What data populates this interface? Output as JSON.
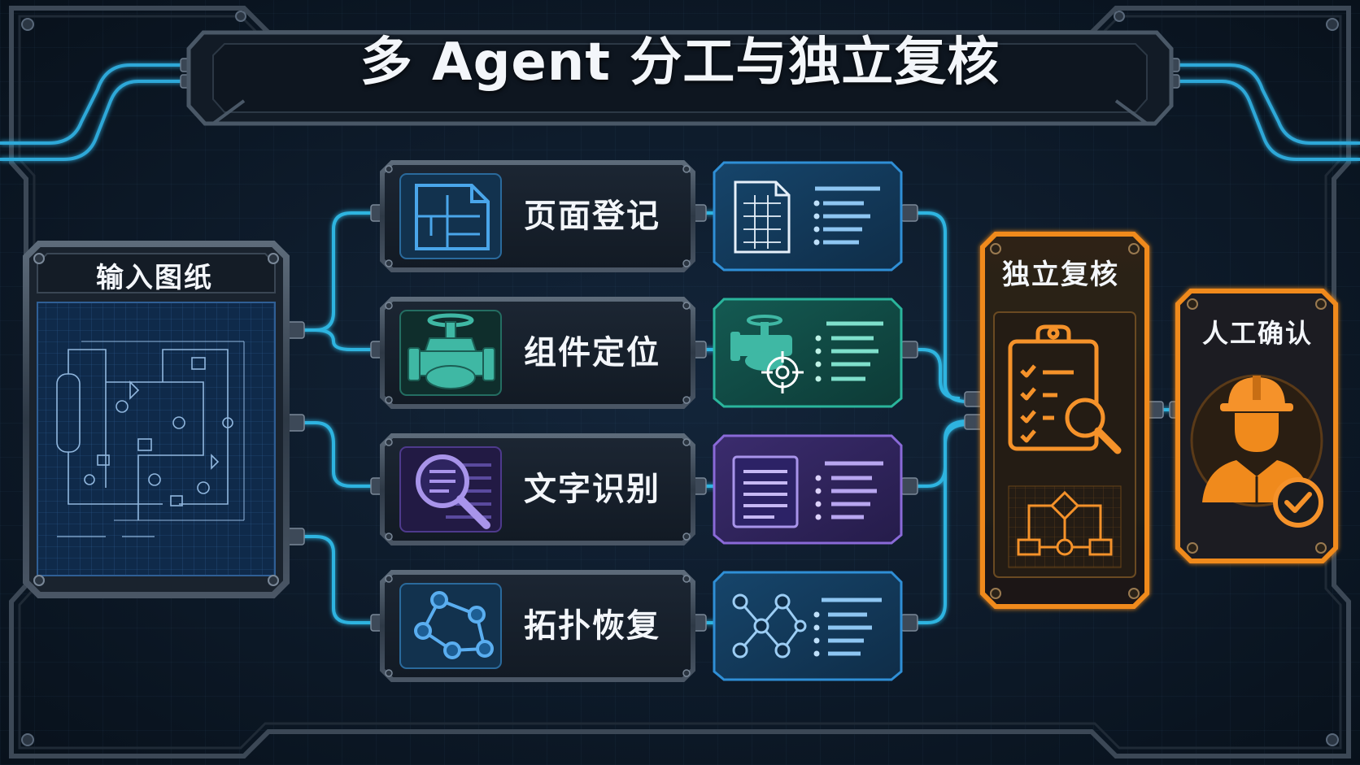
{
  "title": "多 Agent 分工与独立复核",
  "input": {
    "label": "输入图纸"
  },
  "agents": [
    {
      "label": "页面登记",
      "icon": "floor-plan-icon",
      "output_icon": "grid-document-icon",
      "color": "#3aa0e8"
    },
    {
      "label": "组件定位",
      "icon": "valve-icon",
      "output_icon": "valve-target-icon",
      "color": "#2bb5a0"
    },
    {
      "label": "文字识别",
      "icon": "magnifier-text-icon",
      "output_icon": "text-document-icon",
      "color": "#8a6ad8"
    },
    {
      "label": "拓扑恢复",
      "icon": "node-graph-icon",
      "output_icon": "network-graph-icon",
      "color": "#3aa0e8"
    }
  ],
  "review": {
    "label": "独立复核",
    "icon": "clipboard-checklist-magnifier-icon",
    "sub_icon": "flowchart-icon",
    "color": "#f08a1c"
  },
  "confirm": {
    "label": "人工确认",
    "icon": "engineer-check-icon",
    "color": "#f08a1c"
  }
}
